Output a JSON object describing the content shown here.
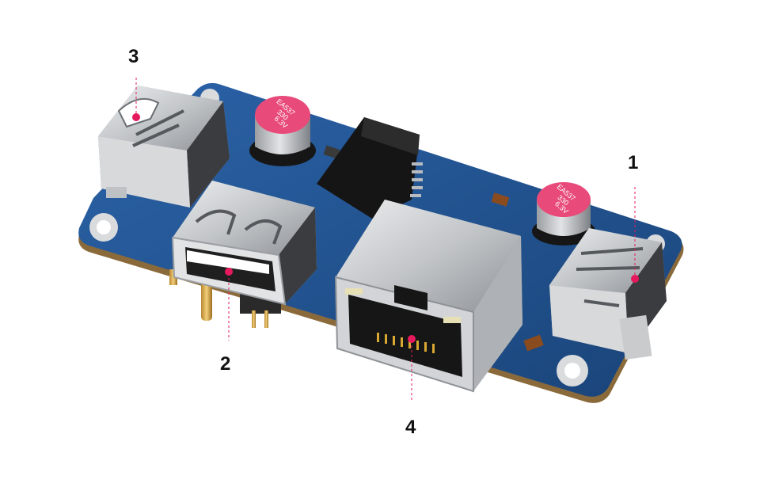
{
  "callouts": [
    {
      "number": "1"
    },
    {
      "number": "2"
    },
    {
      "number": "3"
    },
    {
      "number": "4"
    }
  ],
  "capacitors": [
    {
      "line1": "EA537",
      "line2": "330",
      "line3": "6.3V"
    },
    {
      "line1": "EA537",
      "line2": "330",
      "line3": "6.3V"
    }
  ],
  "colors": {
    "pcb": "#1f4e8c",
    "pcb_edge": "#8a6a3a",
    "metal": "#c9cbcd",
    "callout_dot": "#e6195c",
    "capacitor_sleeve": "#e84a7a"
  }
}
